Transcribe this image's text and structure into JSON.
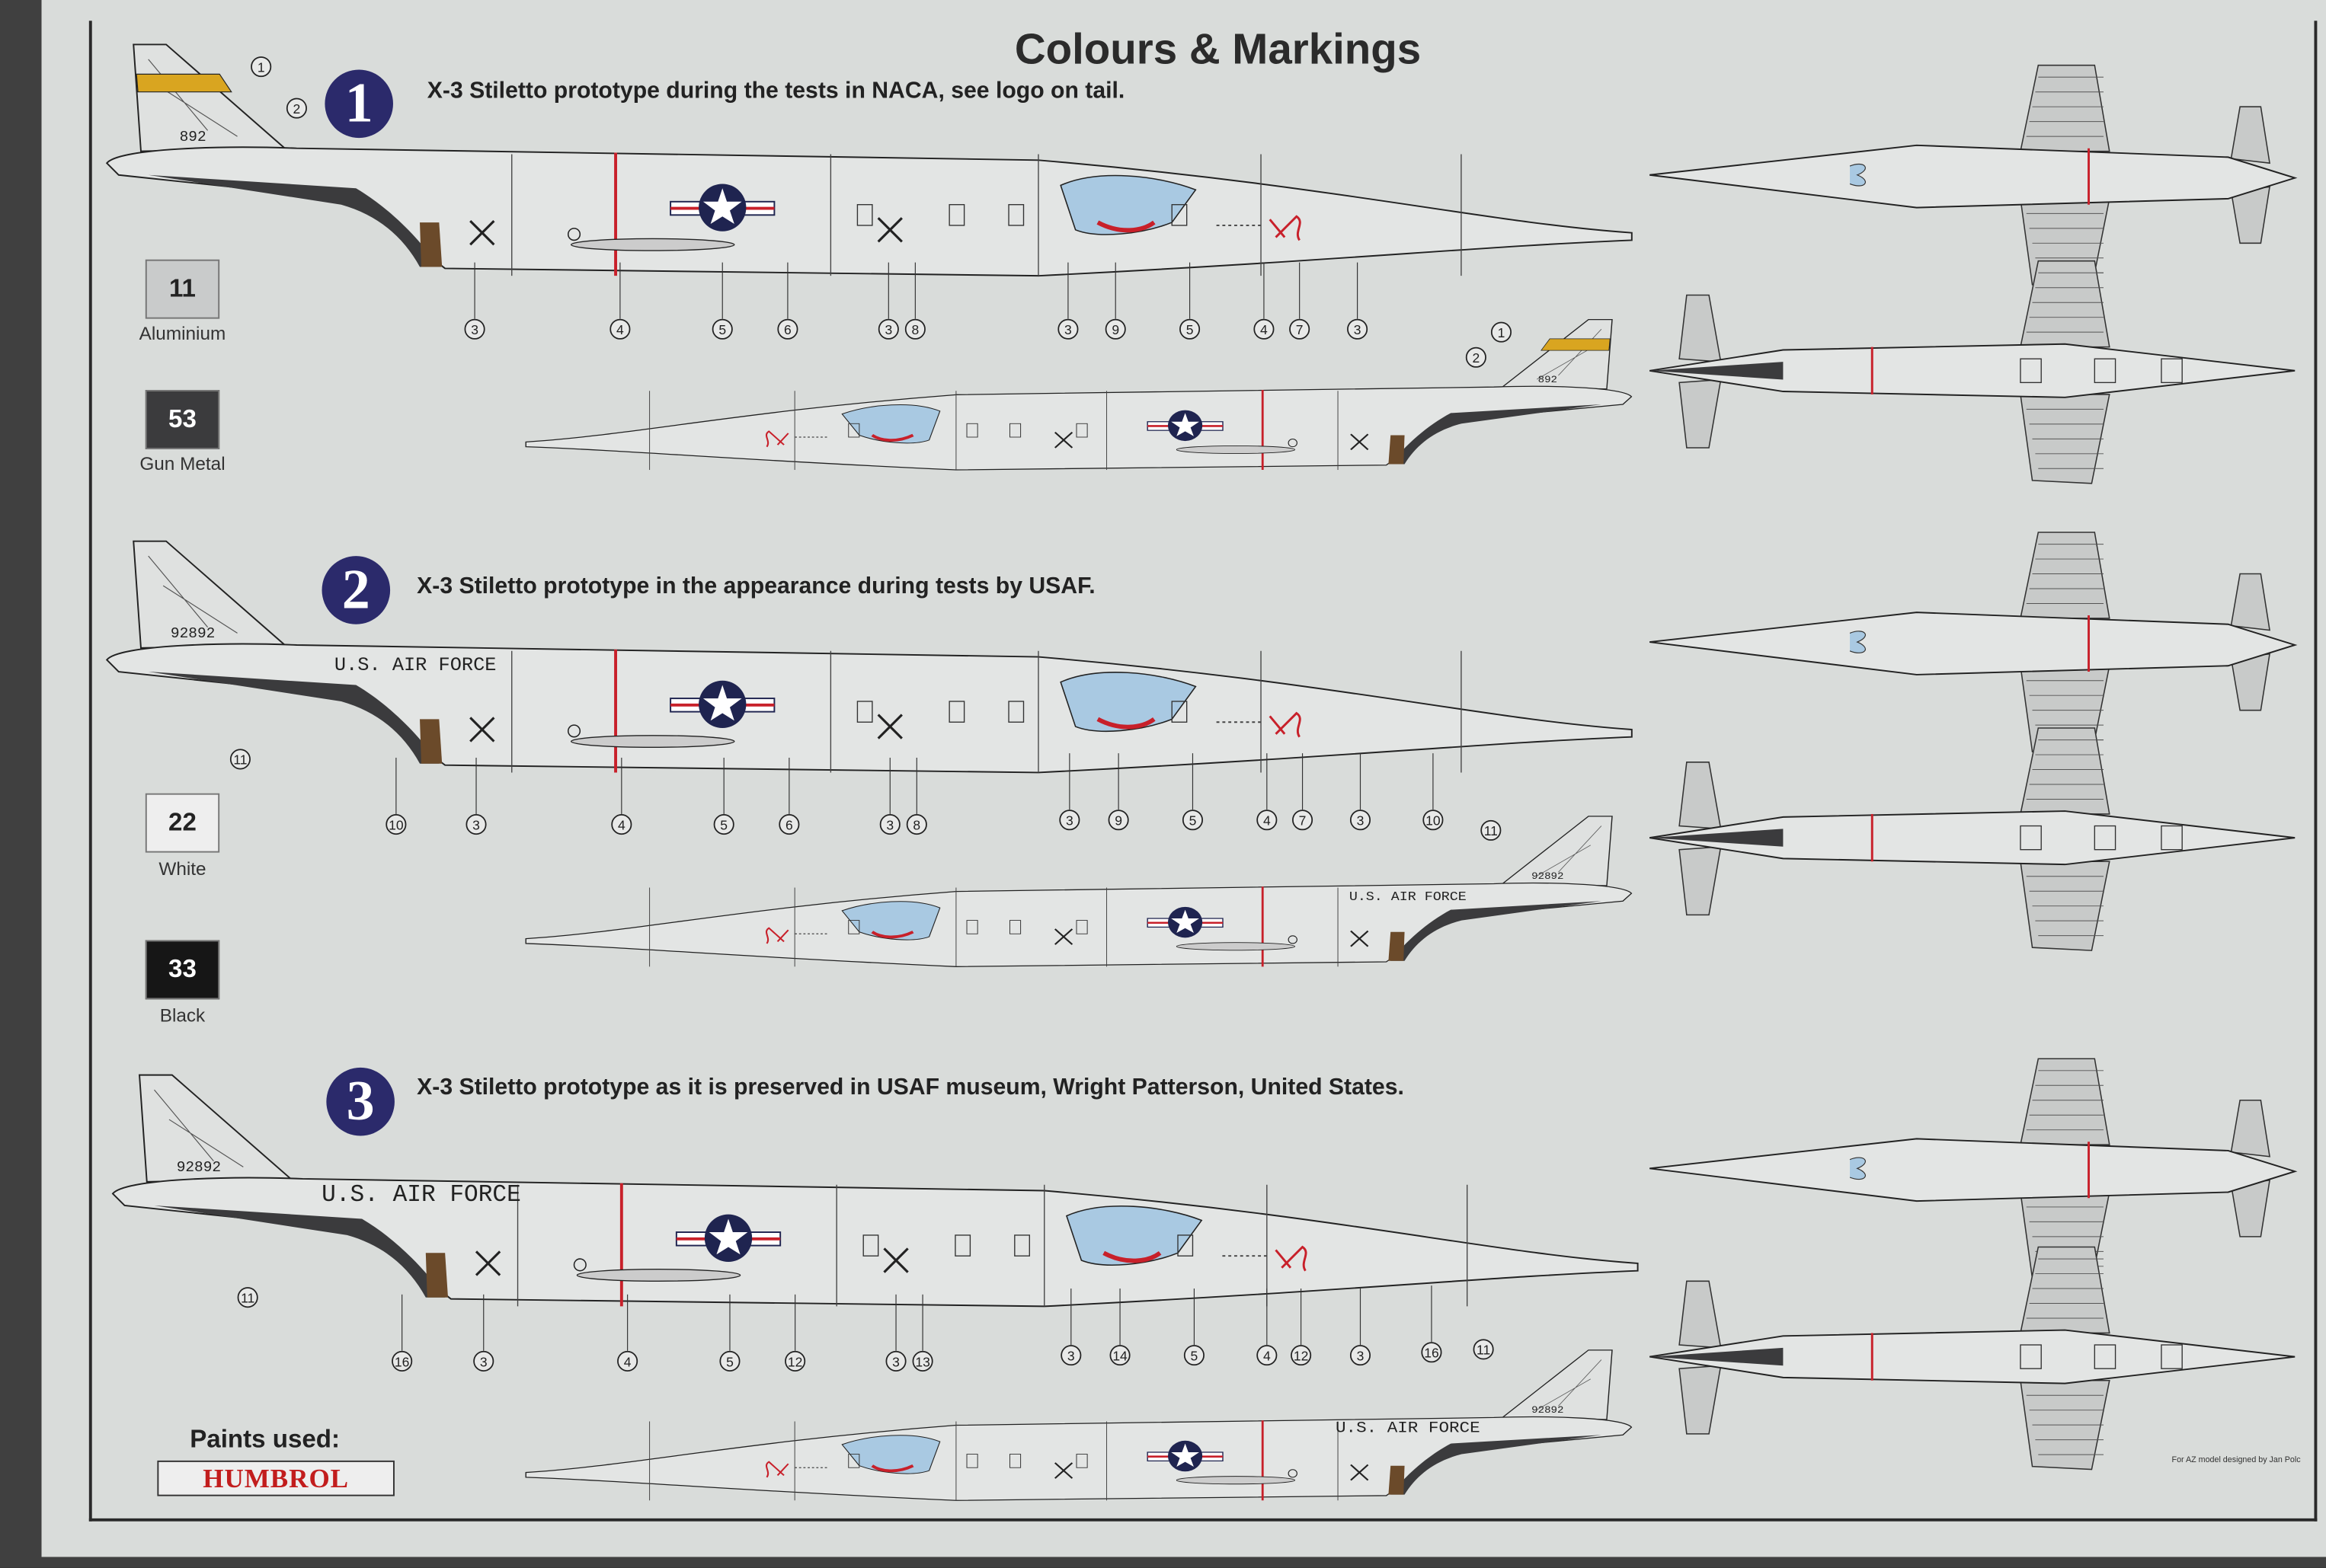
{
  "title": "Colours & Markings",
  "schemes": [
    {
      "number": "1",
      "caption": "X-3 Stiletto prototype during the tests in NACA, see logo on tail.",
      "tail_serial": "892",
      "fuselage_text": "",
      "upper_callouts": [
        "1",
        "2"
      ],
      "row_callouts": [
        "3",
        "4",
        "5",
        "6",
        "3",
        "8",
        "3",
        "9",
        "5",
        "4",
        "7",
        "3"
      ],
      "lower_tail_callouts": [
        "1",
        "2"
      ]
    },
    {
      "number": "2",
      "caption": "X-3 Stiletto prototype in the appearance during tests by USAF.",
      "tail_serial": "92892",
      "fuselage_text": "U.S. AIR FORCE",
      "upper_callouts": [
        "11"
      ],
      "row_callouts": [
        "10",
        "3",
        "4",
        "5",
        "6",
        "3",
        "8",
        "3",
        "9",
        "5",
        "4",
        "7",
        "3",
        "10"
      ],
      "lower_tail_callouts": [
        "11"
      ]
    },
    {
      "number": "3",
      "caption": "X-3 Stiletto prototype as it is preserved in USAF museum, Wright Patterson, United States.",
      "tail_serial": "92892",
      "fuselage_text": "U.S. AIR FORCE",
      "upper_callouts": [
        "11"
      ],
      "row_callouts": [
        "16",
        "3",
        "4",
        "5",
        "12",
        "3",
        "13",
        "3",
        "14",
        "5",
        "4",
        "12",
        "3",
        "16"
      ],
      "lower_tail_callouts": [
        "11"
      ]
    }
  ],
  "paints": [
    {
      "code": "11",
      "name": "Aluminium",
      "color": "#c9cbcb",
      "text_color": "#222222"
    },
    {
      "code": "53",
      "name": "Gun Metal",
      "color": "#3b3b3d",
      "text_color": "#ffffff"
    },
    {
      "code": "22",
      "name": "White",
      "color": "#eeeeee",
      "text_color": "#222222"
    },
    {
      "code": "33",
      "name": "Black",
      "color": "#161616",
      "text_color": "#ffffff"
    }
  ],
  "paints_used_label": "Paints used:",
  "brand_logo": "HUMBROL",
  "credit": "For AZ model designed by Jan Polc",
  "colors": {
    "insignia_blue": "#1f2450",
    "canopy": "#a9c9e2",
    "red": "#c8202a",
    "yellow": "#d9a520",
    "gunmetal": "#3b3b3d"
  }
}
